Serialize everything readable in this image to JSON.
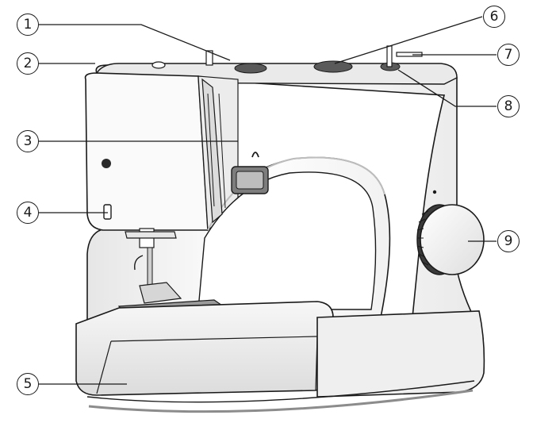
{
  "diagram": {
    "callouts": [
      {
        "id": "callout-1",
        "label": "1"
      },
      {
        "id": "callout-2",
        "label": "2"
      },
      {
        "id": "callout-3",
        "label": "3"
      },
      {
        "id": "callout-4",
        "label": "4"
      },
      {
        "id": "callout-5",
        "label": "5"
      },
      {
        "id": "callout-6",
        "label": "6"
      },
      {
        "id": "callout-7",
        "label": "7"
      },
      {
        "id": "callout-8",
        "label": "8"
      },
      {
        "id": "callout-9",
        "label": "9"
      }
    ]
  },
  "colors": {
    "outline": "#1a1a1a",
    "body_light": "#f2f2f2",
    "body_shadow": "#d9d9d9",
    "dark_part": "#3a3a3a"
  }
}
